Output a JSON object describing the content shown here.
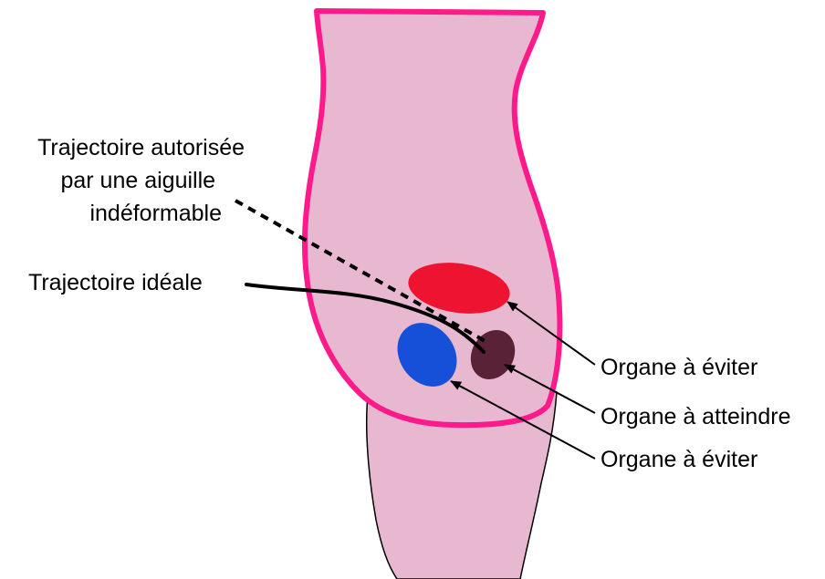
{
  "labels": {
    "authorized_path": [
      "Trajectoire autorisée",
      "par une aiguille",
      "indéformable"
    ],
    "ideal_path": "Trajectoire idéale",
    "organ_avoid_top": "Organe à éviter",
    "organ_target": "Organe à atteindre",
    "organ_avoid_bottom": "Organe à éviter"
  },
  "colors": {
    "body_fill": "#e8b7d0",
    "body_outline": "#ff1a8c",
    "organ_avoid_top": "#ee1431",
    "organ_target": "#5a2236",
    "organ_avoid_bottom": "#1650d8",
    "paths": "#000000"
  }
}
